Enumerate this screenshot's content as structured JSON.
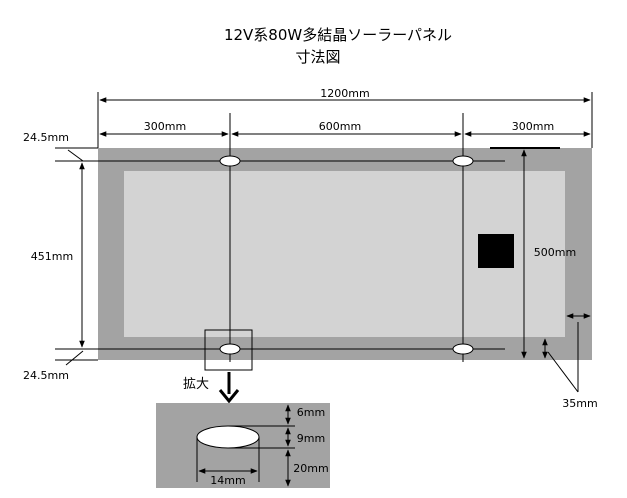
{
  "title": {
    "line1": "12V系80W多結晶ソーラーパネル",
    "line2": "寸法図"
  },
  "dimensions": {
    "total_width": "1200mm",
    "left_section": "300mm",
    "middle_section": "600mm",
    "right_section": "300mm",
    "top_offset": "24.5mm",
    "hole_spacing": "451mm",
    "bottom_offset": "24.5mm",
    "panel_height": "500mm",
    "frame_width": "35mm"
  },
  "zoom": {
    "label": "拡大",
    "top_margin": "6mm",
    "hole_height": "9mm",
    "bottom_margin": "20mm",
    "hole_width": "14mm"
  },
  "colors": {
    "frame": "#a3a3a3",
    "cells": "#d3d3d3",
    "junction_box": "#000000",
    "line": "#000000"
  }
}
